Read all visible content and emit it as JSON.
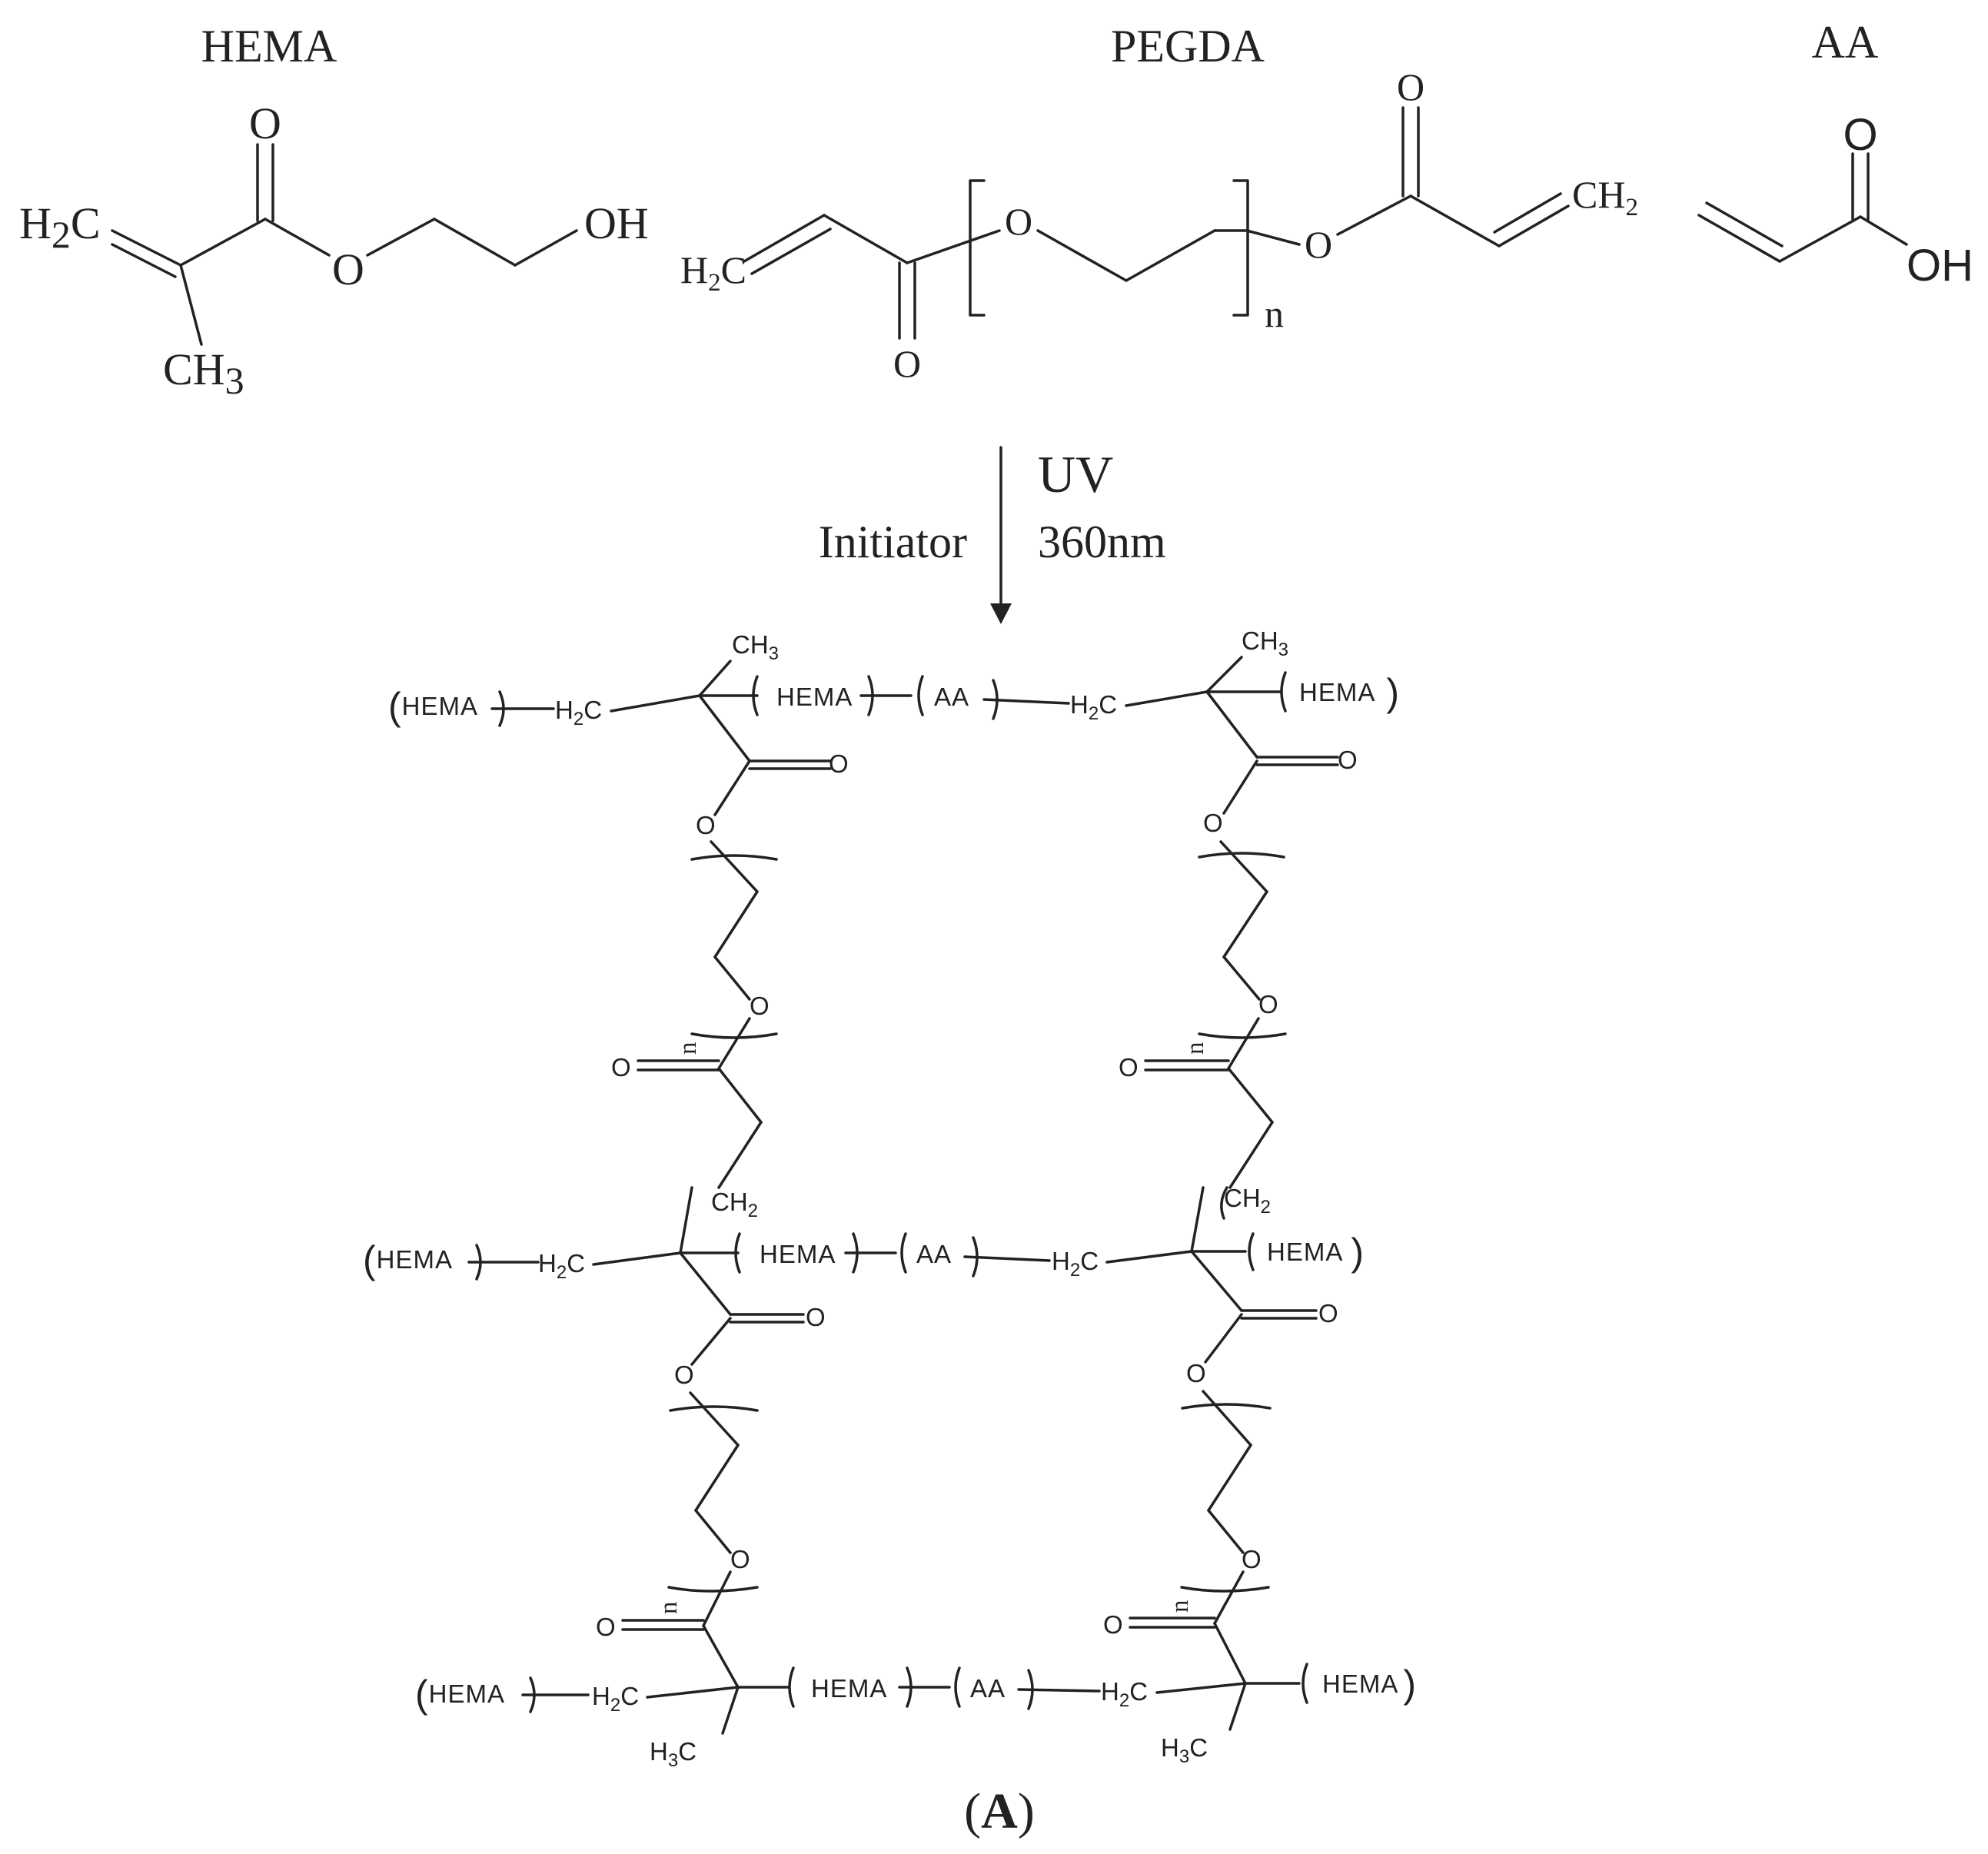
{
  "monomers": {
    "hema": {
      "name": "HEMA",
      "h2c": "H",
      "h2c_sub": "2",
      "h2c_c": "C",
      "o_carbonyl": "O",
      "o_ester": "O",
      "oh": "OH",
      "ch3": "CH",
      "ch3_sub": "3"
    },
    "pegda": {
      "name": "PEGDA",
      "h2c": "H",
      "h2c_sub": "2",
      "h2c_c": "C",
      "o_carbonyl_left": "O",
      "o_chain": "O",
      "repeat_n": "n",
      "o_ester_right": "O",
      "o_carbonyl_right": "O",
      "ch2": "CH",
      "ch2_sub": "2"
    },
    "aa": {
      "name": "AA",
      "o_carbonyl": "O",
      "oh": "OH"
    }
  },
  "reaction": {
    "uv": "UV",
    "initiator": "Initiator",
    "wavelength": "360nm"
  },
  "network": {
    "hema_unit": "HEMA",
    "aa_unit": "AA",
    "ch": "CH",
    "h": "H",
    "c": "C",
    "sub_2": "2",
    "sub_3": "3",
    "o": "O",
    "n": "n"
  },
  "panel_label": "A",
  "colors": {
    "ink": "#222222",
    "background": "#ffffff"
  }
}
